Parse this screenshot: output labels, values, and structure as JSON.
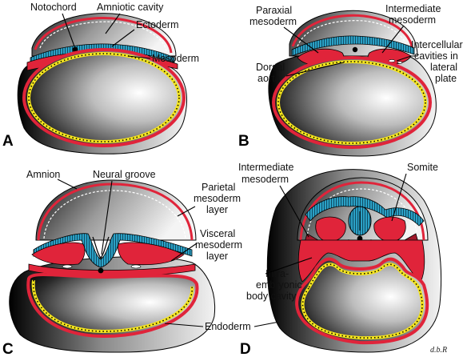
{
  "colors": {
    "ectoderm": "#2ba3c8",
    "mesoderm": "#e0243a",
    "endoderm": "#f5e51c",
    "notochord": "#000000"
  },
  "panels": {
    "a": {
      "letter": "A",
      "notochord": "Notochord",
      "amniotic_cavity": "Amniotic cavity",
      "ectoderm": "Ectoderm",
      "mesoderm": "Mesoderm"
    },
    "b": {
      "letter": "B",
      "paraxial_1": "Paraxial",
      "paraxial_2": "mesoderm",
      "intermediate_1": "Intermediate",
      "intermediate_2": "mesoderm",
      "intercellular_1": "Intercellular",
      "intercellular_2": "cavities in",
      "intercellular_3": "lateral",
      "intercellular_4": "plate",
      "dorsal_1": "Dorsal",
      "dorsal_2": "aorta"
    },
    "c": {
      "letter": "C",
      "amnion": "Amnion",
      "neural_groove": "Neural groove",
      "parietal_1": "Parietal",
      "parietal_2": "mesoderm",
      "parietal_3": "layer",
      "visceral_1": "Visceral",
      "visceral_2": "mesoderm",
      "visceral_3": "layer",
      "endoderm": "Endoderm"
    },
    "d": {
      "letter": "D",
      "intermediate_1": "Intermediate",
      "intermediate_2": "mesoderm",
      "somite": "Somite",
      "intra_1": "Intra-",
      "intra_2": "embryonic",
      "intra_3": "body cavity",
      "signature": "d.b.R"
    }
  }
}
